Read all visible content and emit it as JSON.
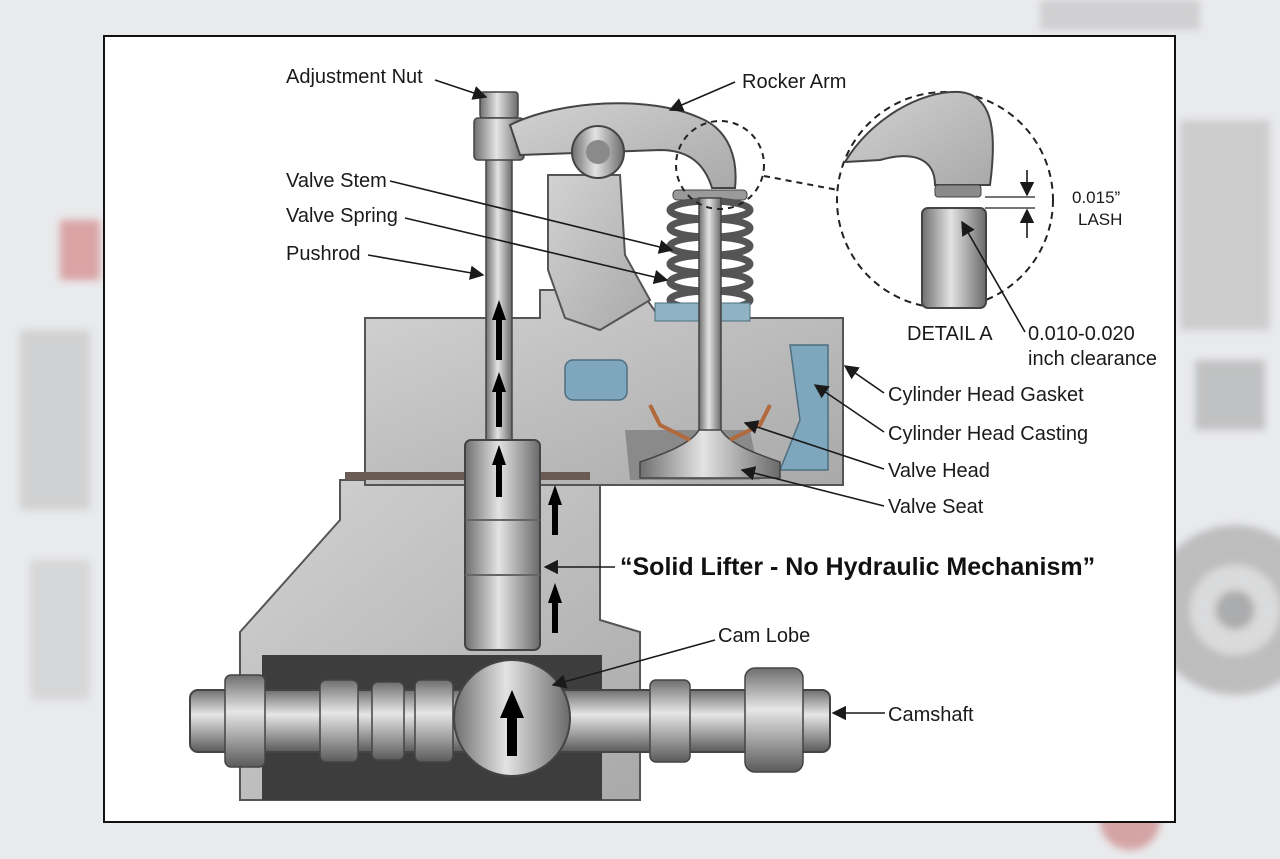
{
  "labels": {
    "adjustment_nut": "Adjustment Nut",
    "rocker_arm": "Rocker Arm",
    "valve_stem": "Valve Stem",
    "valve_spring": "Valve Spring",
    "pushrod": "Pushrod",
    "detail_a": "DETAIL A",
    "lash_value": "0.015”",
    "lash_label": "LASH",
    "clearance_value": "0.010-0.020",
    "clearance_unit": "inch clearance",
    "cylinder_head_gasket": "Cylinder Head Gasket",
    "cylinder_head_casting": "Cylinder Head Casting",
    "valve_head": "Valve Head",
    "valve_seat": "Valve Seat",
    "caption": "“Solid Lifter - No Hydraulic Mechanism”",
    "cam_lobe": "Cam Lobe",
    "camshaft": "Camshaft"
  },
  "colors": {
    "metal_light": "#c9c9c9",
    "metal_mid": "#9c9c9c",
    "metal_dark": "#5f5f5f",
    "coolant": "#7ea6bd",
    "gasket_copper": "#b06a3c",
    "gasket_dark": "#6b5b55",
    "cavity_dark": "#3d3d3d",
    "frame_border": "#111111"
  },
  "icons": {
    "flow_arrow": "arrow-up-icon"
  }
}
